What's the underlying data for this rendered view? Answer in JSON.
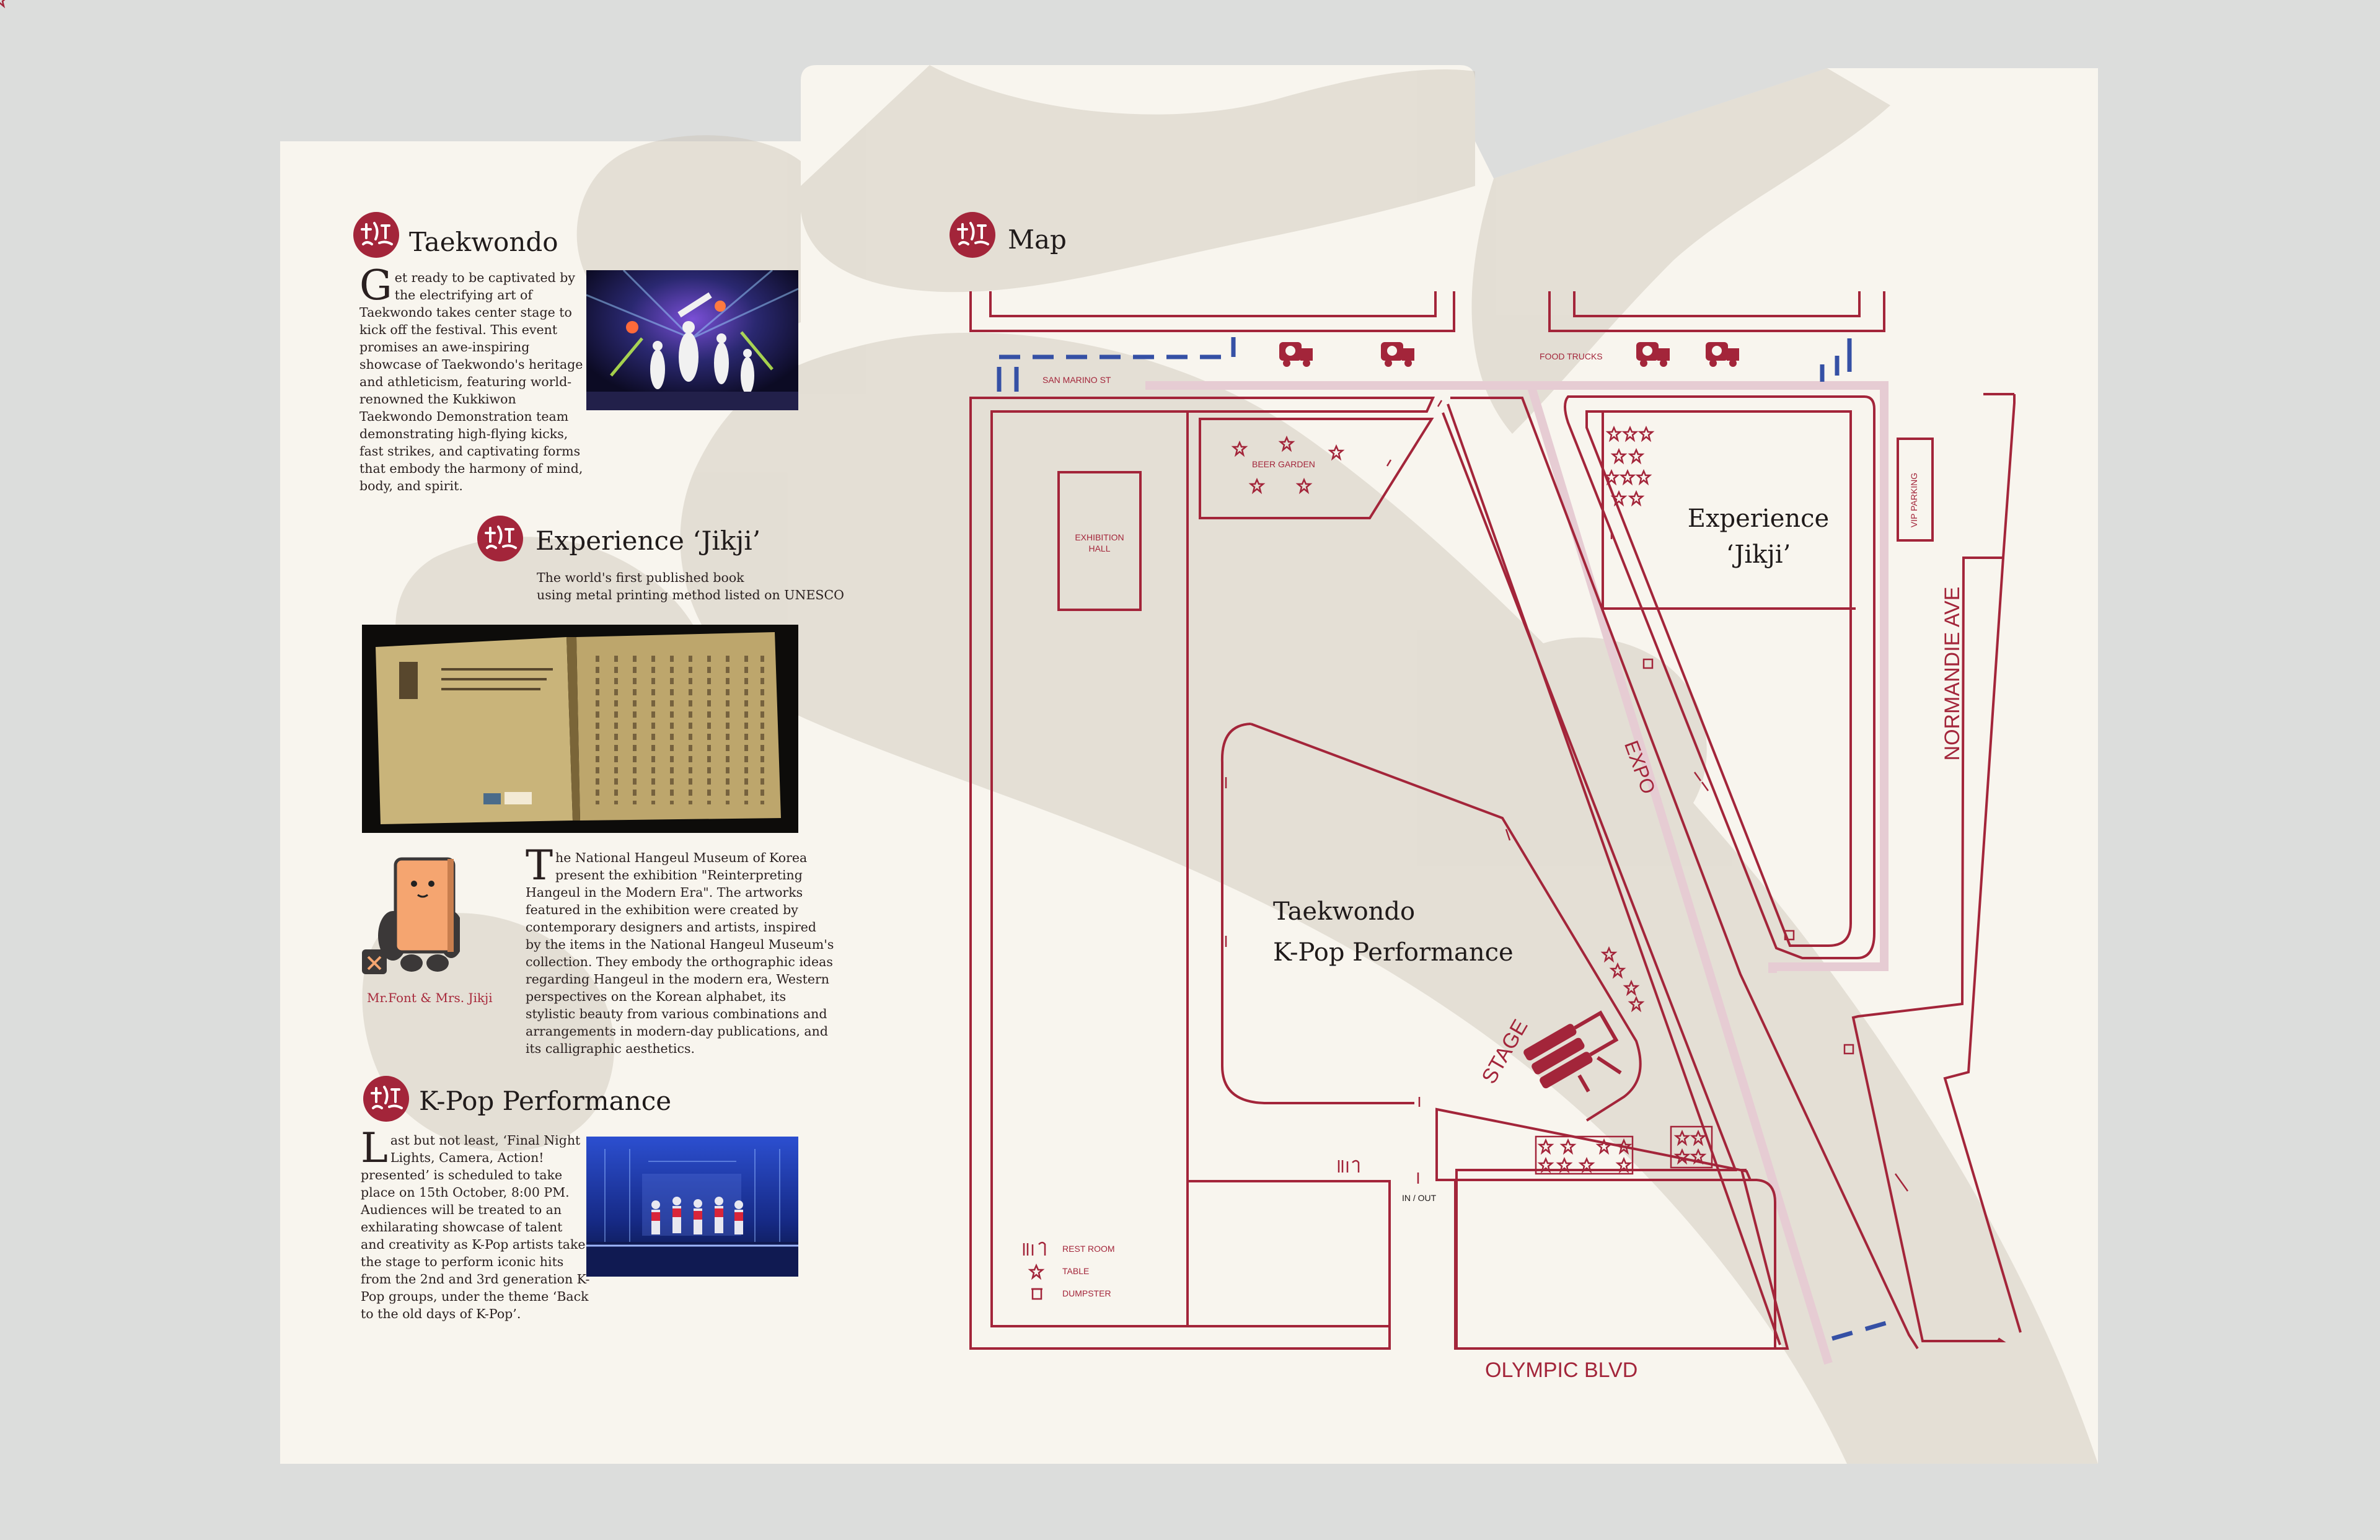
{
  "colors": {
    "page_background": "#dcdddc",
    "paper": "#f8f5ee",
    "accent_red": "#a3253a",
    "path_blue": "#3550a5",
    "road_pink": "#e6ccd3"
  },
  "sections": {
    "taekwondo": {
      "title": "Taekwondo",
      "dropcap": "G",
      "text": "et ready to be captivated by the electrifying art of Taekwondo takes center stage to kick off the festival. This event promises an awe-inspiring showcase of Taekwondo's heritage and athleticism, featuring world-renowned the Kukkiwon Taekwondo Demonstration team demonstrating high-flying kicks, fast strikes, and captivating forms that embody the harmony of mind, body, and spirit."
    },
    "jikji": {
      "title": "Experience ‘Jikji’",
      "subtitle_line1": "The world's first published book",
      "subtitle_line2": "using metal printing method listed on UNESCO",
      "dropcap": "T",
      "text": "he National Hangeul Museum of Korea present the exhibition \"Reinterpreting Hangeul in the Modern Era\". The artworks featured in the exhibition were created by contemporary designers and artists, inspired by the items in the National Hangeul Museum's collection. They embody the orthographic ideas regarding Hangeul in the modern era, Western perspectives on the Korean alphabet, its stylistic beauty from various combinations and arrangements in modern-day publications, and its calligraphic aesthetics.",
      "mascot_caption": "Mr.Font & Mrs. Jikji"
    },
    "kpop": {
      "title": "K-Pop Performance",
      "dropcap": "L",
      "text": "ast but not least, ‘Final Night Lights, Camera, Action! presented’ is scheduled to take place on 15th October, 8:00 PM. Audiences will be treated to an exhilarating showcase of talent and creativity as K-Pop artists take the stage to perform iconic hits from the 2nd and 3rd generation K-Pop groups, under the theme ‘Back to the old days of K-Pop’."
    },
    "map": {
      "title": "Map"
    }
  },
  "map": {
    "streets": {
      "san_marino": "SAN MARINO ST",
      "normandie": "NORMANDIE AVE",
      "olympic": "OLYMPIC BLVD",
      "expo": "EXPO"
    },
    "areas": {
      "food_trucks": "FOOD TRUCKS",
      "exhibition_hall_line1": "EXHIBITION",
      "exhibition_hall_line2": "HALL",
      "beer_garden": "BEER GARDEN",
      "vip_parking": "VIP PARKING",
      "jikji_line1": "Experience",
      "jikji_line2": "‘Jikji’",
      "main_line1": "Taekwondo",
      "main_line2": "K-Pop Performance",
      "stage": "STAGE",
      "in_out": "IN / OUT"
    },
    "legend": [
      {
        "icon": "restroom-icon",
        "label": "REST ROOM"
      },
      {
        "icon": "table-icon",
        "label": "TABLE"
      },
      {
        "icon": "dumpster-icon",
        "label": "DUMPSTER"
      }
    ]
  }
}
